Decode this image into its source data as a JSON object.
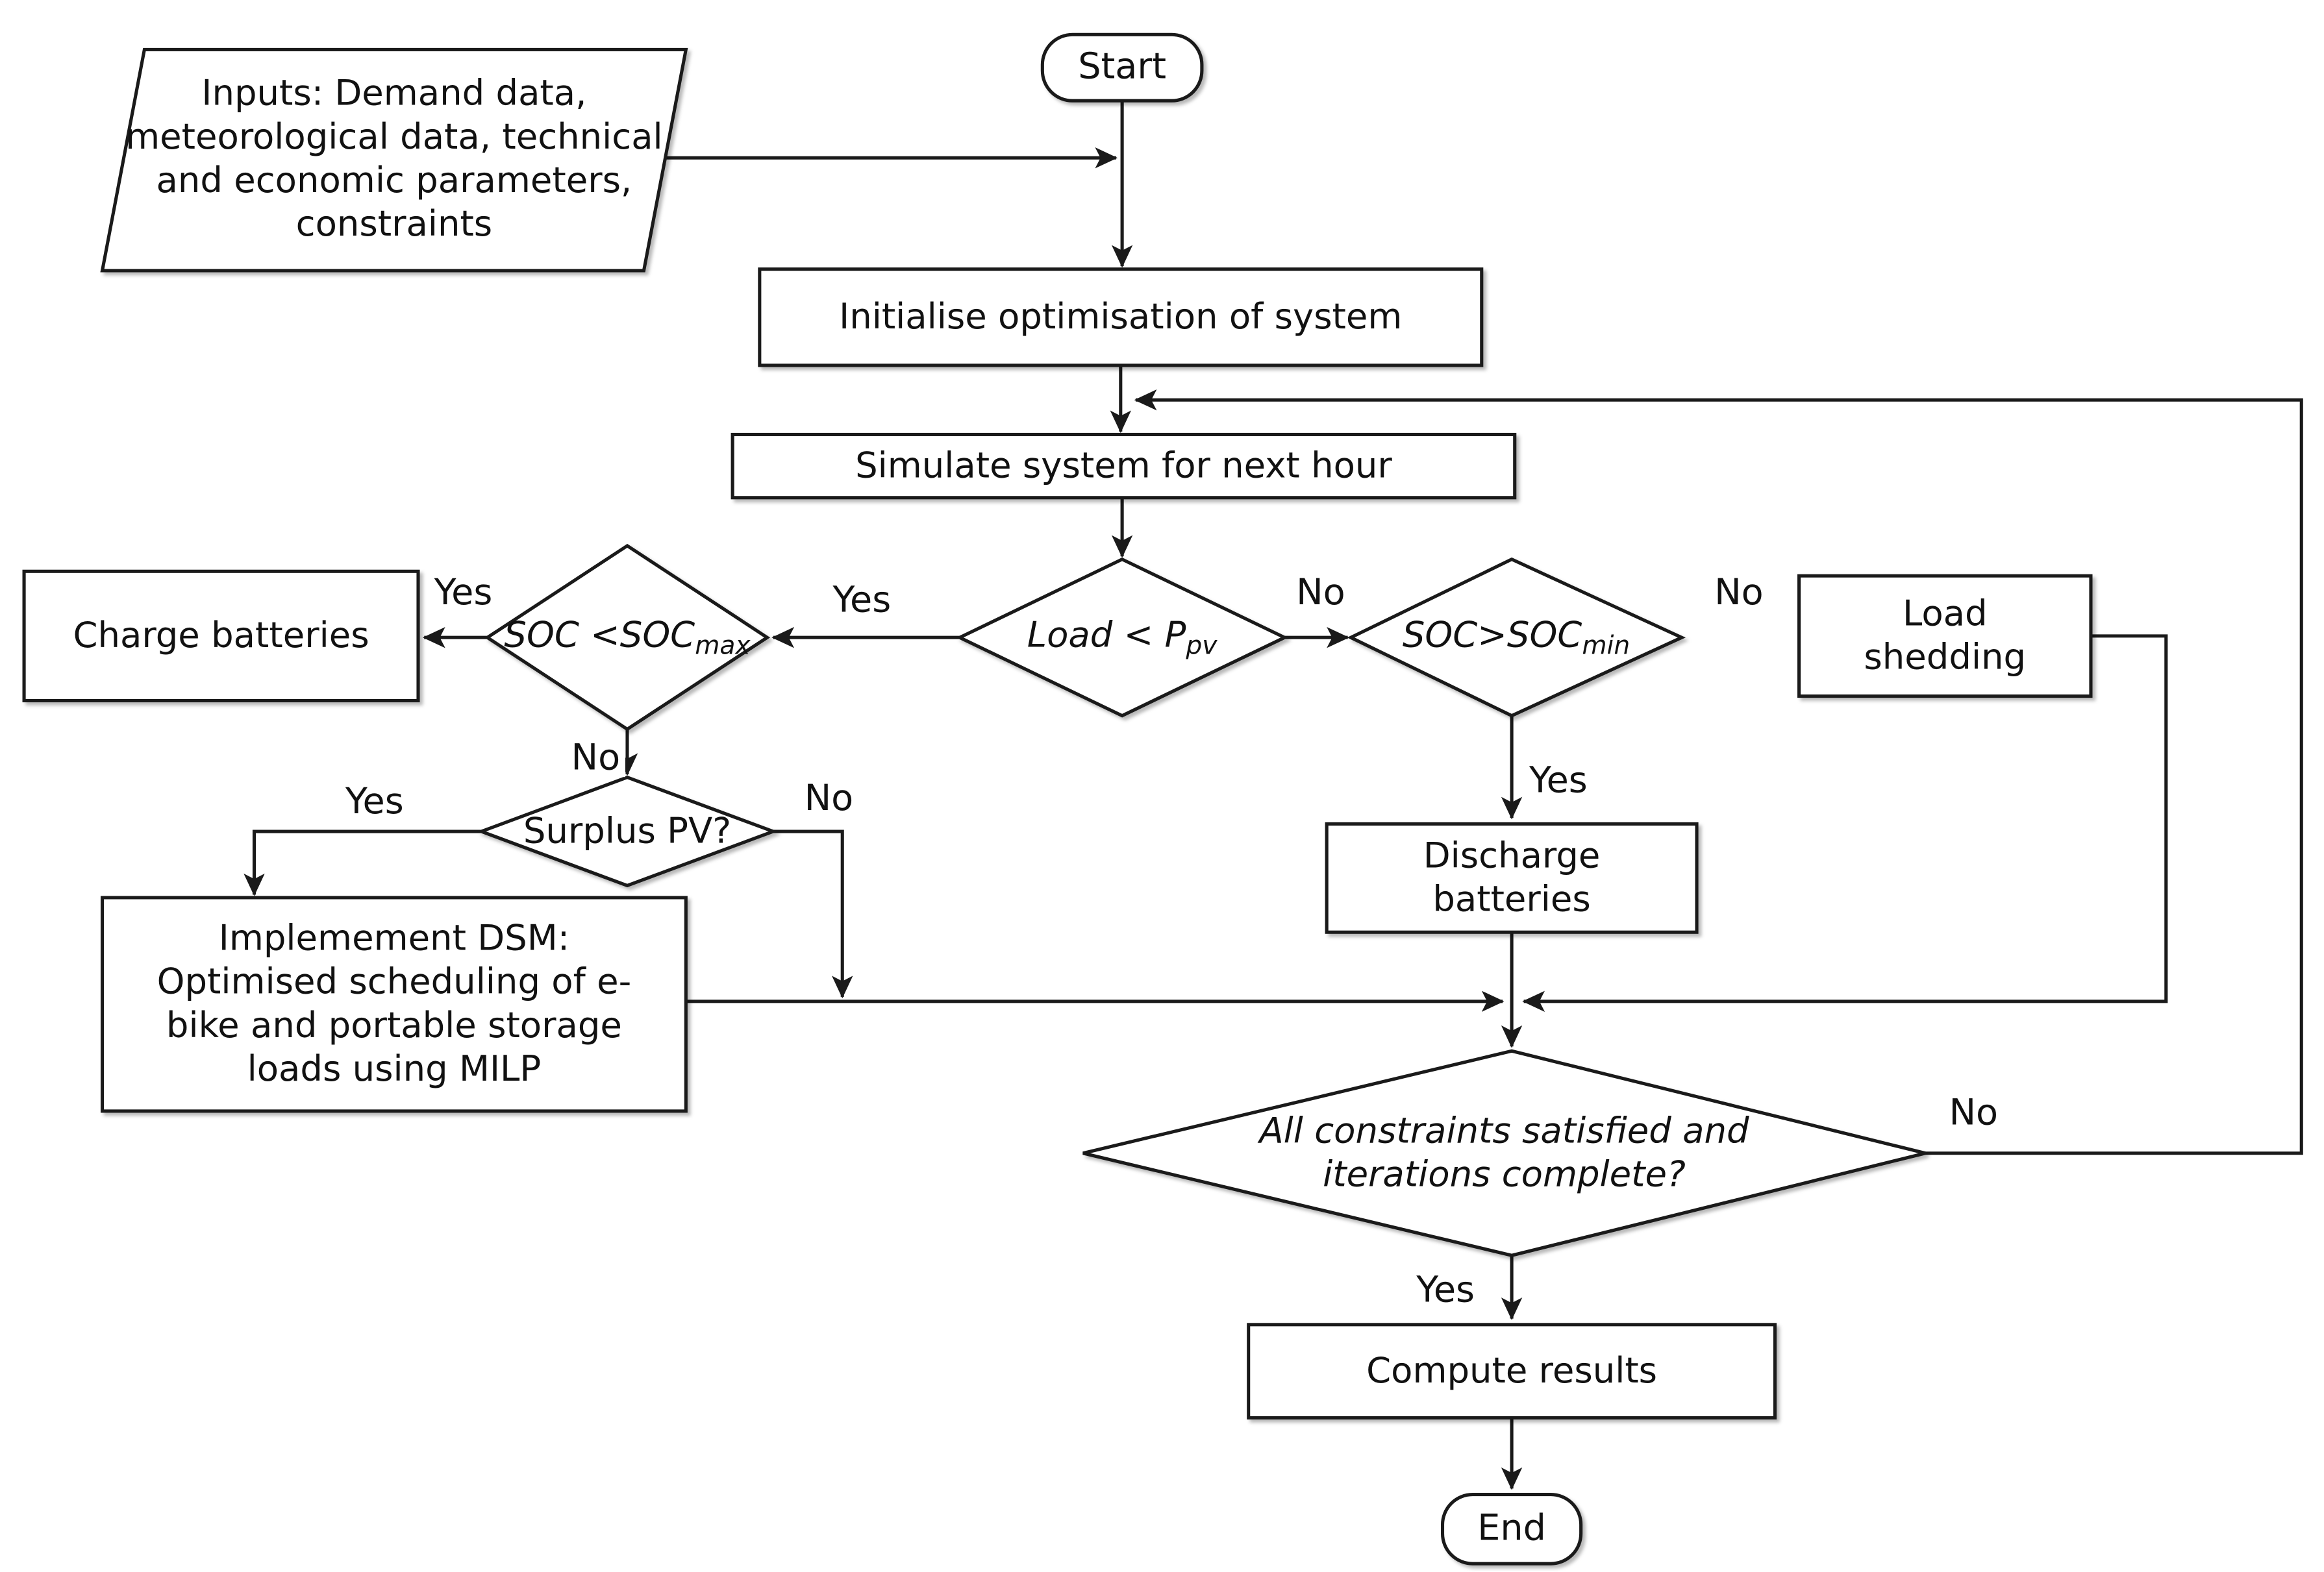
{
  "colors": {
    "stroke": "#1a1a1a",
    "fill": "#ffffff",
    "background": "#ffffff",
    "text": "#111111"
  },
  "diagram": {
    "nodes": {
      "start": {
        "label": "Start"
      },
      "inputs": {
        "label": "Inputs: Demand data,\nmeteorological data, technical\nand economic parameters,\nconstraints"
      },
      "initialise": {
        "label": "Initialise optimisation of system"
      },
      "simulate": {
        "label": "Simulate system for next hour"
      },
      "load_lt_ppv": {
        "text": "Load < P",
        "sub": "pv"
      },
      "soc_lt_max": {
        "text": "SOC <SOC",
        "sub": "max"
      },
      "charge": {
        "label": "Charge batteries"
      },
      "soc_gt_min": {
        "text": "SOC>SOC",
        "sub": "min"
      },
      "load_shedding": {
        "label": "Load\nshedding"
      },
      "surplus": {
        "label": "Surplus PV?"
      },
      "dsm": {
        "label": "Implemement DSM:\nOptimised scheduling of e-\nbike and portable storage\nloads using MILP"
      },
      "discharge": {
        "label": "Discharge\nbatteries"
      },
      "constraints": {
        "label": "All constraints satisfied and\niterations complete?"
      },
      "compute": {
        "label": "Compute results"
      },
      "end": {
        "label": "End"
      }
    },
    "edge_labels": {
      "yes_charge": {
        "label": "Yes"
      },
      "yes_socmax": {
        "label": "Yes"
      },
      "no_loadppv": {
        "label": "No"
      },
      "no_socmin": {
        "label": "No"
      },
      "no_socmax": {
        "label": "No"
      },
      "yes_surplus": {
        "label": "Yes"
      },
      "no_surplus": {
        "label": "No"
      },
      "yes_discharge": {
        "label": "Yes"
      },
      "no_constraints": {
        "label": "No"
      },
      "yes_constraints": {
        "label": "Yes"
      }
    }
  }
}
